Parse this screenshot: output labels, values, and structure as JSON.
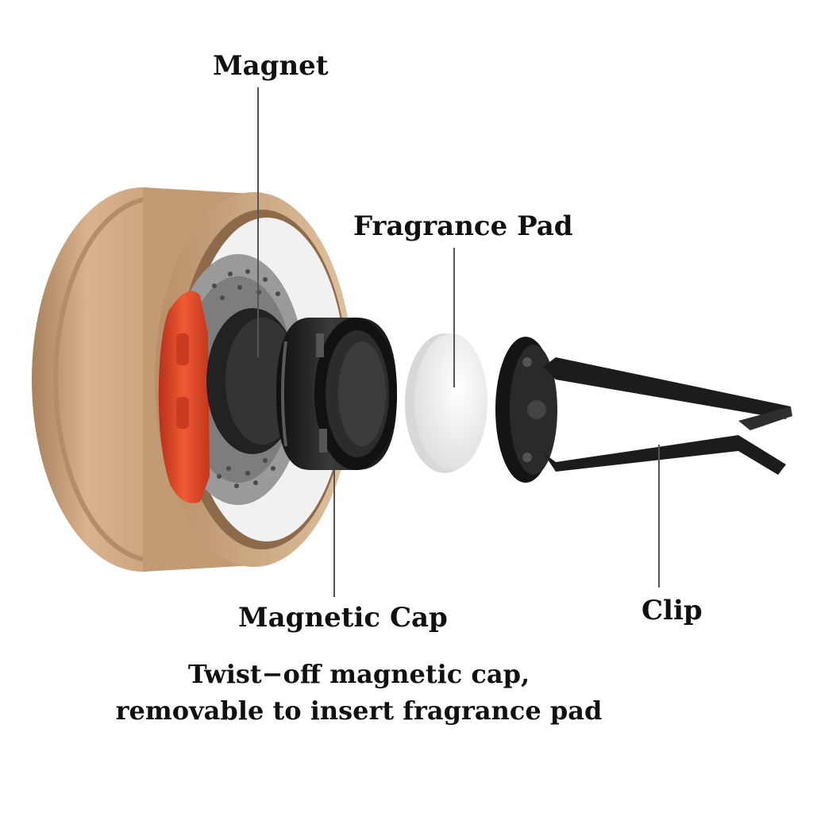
{
  "labels": {
    "magnet": "Magnet",
    "fragrance_pad": "Fragrance Pad",
    "magnetic_cap": "Magnetic Cap",
    "clip": "Clip"
  },
  "caption": {
    "line1": "Twist−off magnetic cap,",
    "line2": "removable to insert fragrance pad"
  },
  "colors": {
    "wheel_rim": "#c9a27c",
    "brake_caliper": "#e0401f",
    "brake_disc": "#8a8a8a",
    "cap_black": "#1c1c1c",
    "pad_white": "#f3f3f3",
    "clip_black": "#1a1a1a",
    "leader_line": "#555555"
  },
  "icons": {
    "wheel": "wheel-rim-icon",
    "caliper": "brake-caliper-icon",
    "disc": "brake-disc-icon",
    "cap": "magnetic-cap-icon",
    "pad": "fragrance-pad-icon",
    "clip": "vent-clip-icon"
  }
}
